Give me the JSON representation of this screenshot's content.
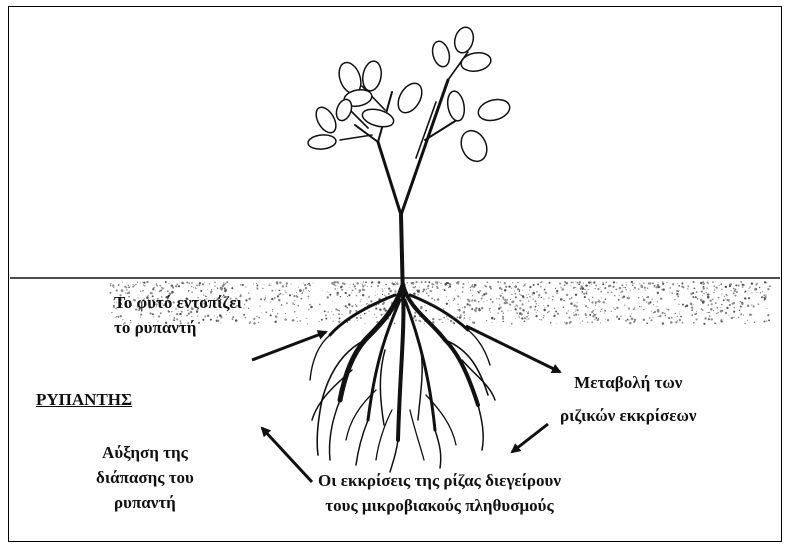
{
  "labels": {
    "plant_locates": [
      "Το φυτό εντοπίζει",
      "το ρυπαντή"
    ],
    "pollutant": "ΡΥΠΑΝΤΗΣ",
    "increased_degradation": [
      "Αύξηση της",
      "διάπασης του",
      "ρυπαντή"
    ],
    "exudates_change": [
      "Μεταβολή των",
      "ριζικών εκκρίσεων"
    ],
    "exudates_stimulate": [
      "Οι εκκρίσεις της ρίζας διεγείρουν",
      "τους μικροβιακούς πληθυσμούς"
    ]
  },
  "colors": {
    "ink": "#111111",
    "soil": "#8a8a8a",
    "background": "#ffffff"
  },
  "icons": [
    "plant-illustration",
    "root-system",
    "soil-layer",
    "cycle-arrows"
  ]
}
